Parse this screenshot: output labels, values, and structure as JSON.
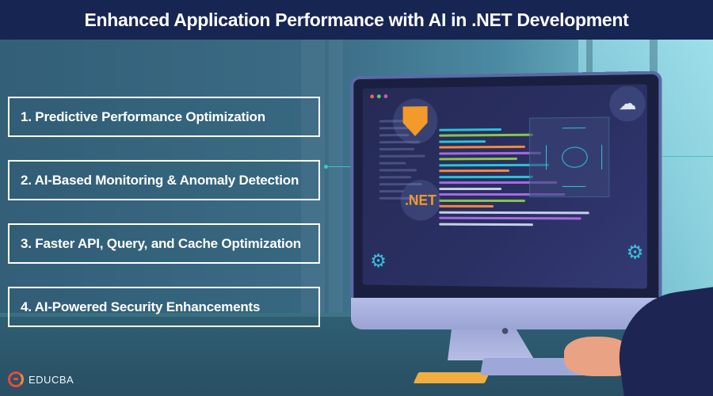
{
  "header": {
    "title": "Enhanced Application Performance with AI in .NET Development"
  },
  "features": [
    {
      "label": "1. Predictive Performance Optimization"
    },
    {
      "label": "2. AI-Based Monitoring & Anomaly Detection"
    },
    {
      "label": "3. Faster API, Query, and Cache Optimization"
    },
    {
      "label": "4. AI-Powered Security Enhancements"
    }
  ],
  "illustration": {
    "net_badge": ".NET",
    "icons": [
      "shield-icon",
      "cloud-upload-icon",
      "brain-network-icon",
      "robot-arm-icon",
      "apple-logo-icon"
    ]
  },
  "brand": {
    "name": "EDUCBA",
    "header_bg": "#172553",
    "accent_orange": "#f39a2a",
    "accent_teal": "#2fc3dc"
  }
}
